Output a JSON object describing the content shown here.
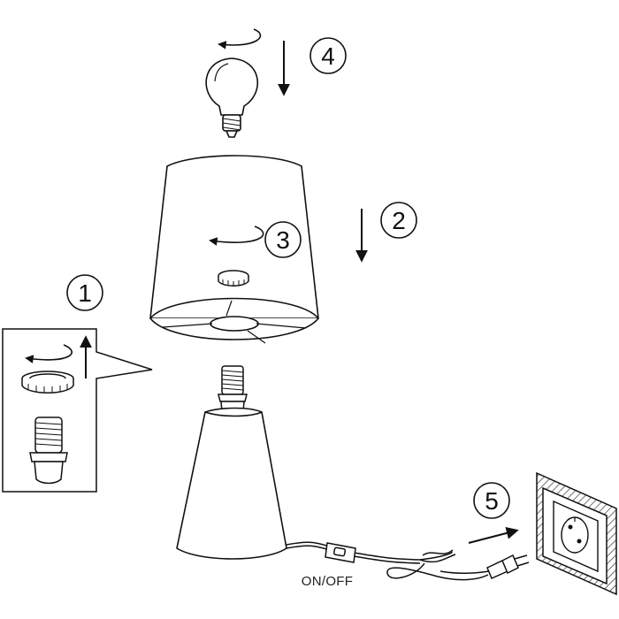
{
  "steps": [
    {
      "number": "1",
      "action": "unscrew-ring"
    },
    {
      "number": "2",
      "action": "lower-shade"
    },
    {
      "number": "3",
      "action": "screw-ring"
    },
    {
      "number": "4",
      "action": "screw-bulb"
    },
    {
      "number": "5",
      "action": "plug-in"
    }
  ],
  "switch": {
    "label": "ON/OFF"
  },
  "colors": {
    "line": "#111111",
    "hatch": "#333333",
    "background": "#ffffff"
  }
}
